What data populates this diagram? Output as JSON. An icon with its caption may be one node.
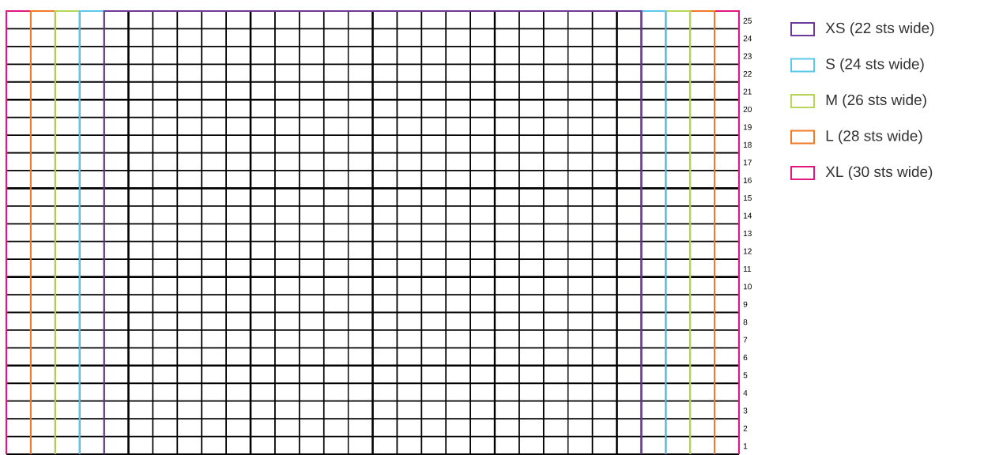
{
  "diagram": {
    "labels": [
      "25",
      "24",
      "23",
      "22",
      "21",
      "20",
      "19",
      "18",
      "17",
      "16",
      "15",
      "14",
      "13",
      "12",
      "11",
      "10",
      "9",
      "8",
      "7",
      "6",
      "5",
      "4",
      "3",
      "2",
      "1"
    ],
    "legend": [
      {
        "text": "XS (22 sts wide)",
        "color": "#6b3a9b"
      },
      {
        "text": "S (24 sts wide)",
        "color": "#5cc8eb"
      },
      {
        "text": "M (26 sts wide)",
        "color": "#b6d65a"
      },
      {
        "text": "L (28 sts wide)",
        "color": "#f07a28"
      },
      {
        "text": "XL (30 sts wide)",
        "color": "#e3187f"
      }
    ]
  }
}
